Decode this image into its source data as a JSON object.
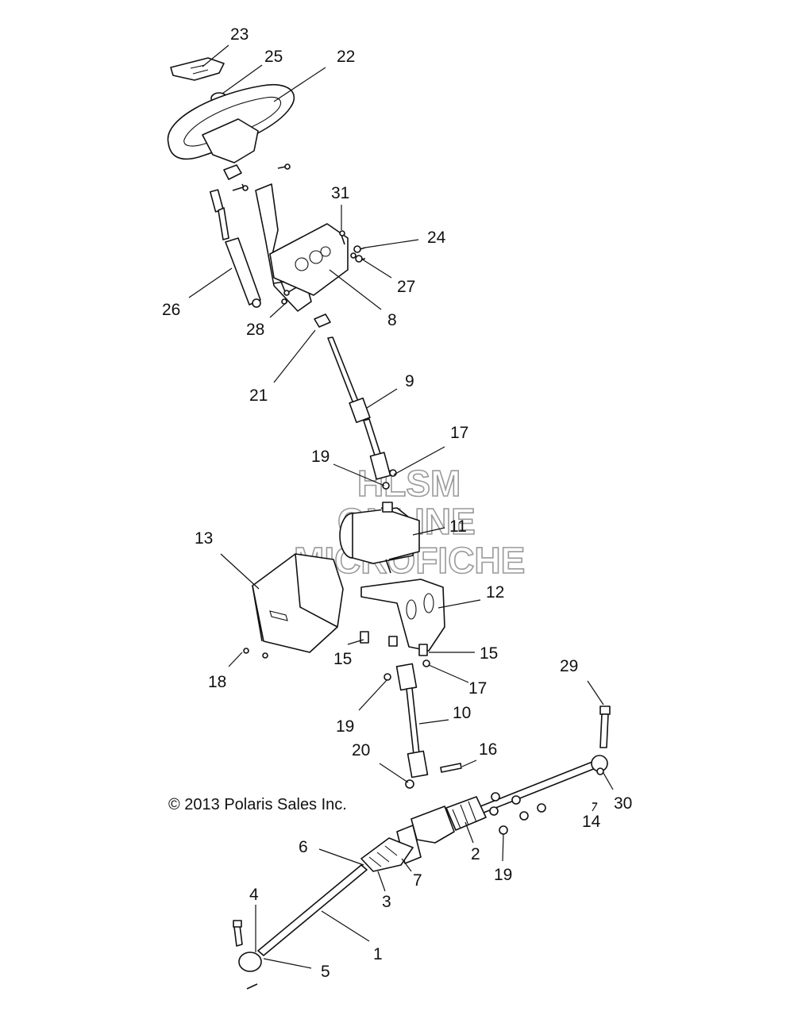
{
  "copyright": "© 2013 Polaris Sales Inc.",
  "watermark": [
    "HLSM",
    "ONLINE",
    "MICROFICHE"
  ],
  "callouts": [
    {
      "id": "c23",
      "text": "23"
    },
    {
      "id": "c25",
      "text": "25"
    },
    {
      "id": "c22",
      "text": "22"
    },
    {
      "id": "c31",
      "text": "31"
    },
    {
      "id": "c24",
      "text": "24"
    },
    {
      "id": "c27",
      "text": "27"
    },
    {
      "id": "c26",
      "text": "26"
    },
    {
      "id": "c28",
      "text": "28"
    },
    {
      "id": "c8",
      "text": "8"
    },
    {
      "id": "c21",
      "text": "21"
    },
    {
      "id": "c9",
      "text": "9"
    },
    {
      "id": "c17a",
      "text": "17"
    },
    {
      "id": "c19a",
      "text": "19"
    },
    {
      "id": "c11",
      "text": "11"
    },
    {
      "id": "c13",
      "text": "13"
    },
    {
      "id": "c12",
      "text": "12"
    },
    {
      "id": "c15a",
      "text": "15"
    },
    {
      "id": "c15b",
      "text": "15"
    },
    {
      "id": "c18",
      "text": "18"
    },
    {
      "id": "c17b",
      "text": "17"
    },
    {
      "id": "c29",
      "text": "29"
    },
    {
      "id": "c19b",
      "text": "19"
    },
    {
      "id": "c10",
      "text": "10"
    },
    {
      "id": "c20",
      "text": "20"
    },
    {
      "id": "c16",
      "text": "16"
    },
    {
      "id": "c30",
      "text": "30"
    },
    {
      "id": "c14",
      "text": "14"
    },
    {
      "id": "c6",
      "text": "6"
    },
    {
      "id": "c2",
      "text": "2"
    },
    {
      "id": "c7",
      "text": "7"
    },
    {
      "id": "c19c",
      "text": "19"
    },
    {
      "id": "c3",
      "text": "3"
    },
    {
      "id": "c4",
      "text": "4"
    },
    {
      "id": "c1",
      "text": "1"
    },
    {
      "id": "c5",
      "text": "5"
    }
  ]
}
